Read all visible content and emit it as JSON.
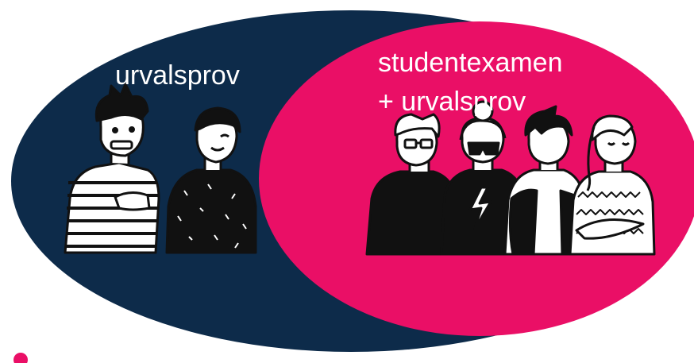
{
  "colors": {
    "background": "#ffffff",
    "outer_ellipse": "#0d2b4a",
    "inner_ellipse": "#ea0f66",
    "dot": "#ea0f66",
    "label_text": "#ffffff",
    "figure_fill": "#111111",
    "figure_light": "#ffffff"
  },
  "diagram": {
    "outer_set": {
      "label": "urvalsprov"
    },
    "inner_set": {
      "label_line1": "studentexamen",
      "label_line2": "+ urvalsprov"
    },
    "people_outer": [
      {
        "icon": "person-striped-shirt-icon"
      },
      {
        "icon": "person-dark-sweater-icon"
      }
    ],
    "people_inner": [
      {
        "icon": "person-glasses-icon"
      },
      {
        "icon": "person-sunglasses-bolt-icon"
      },
      {
        "icon": "person-jacket-icon"
      },
      {
        "icon": "person-braid-icon"
      }
    ],
    "decor": {
      "icon": "pink-dot-icon"
    }
  }
}
